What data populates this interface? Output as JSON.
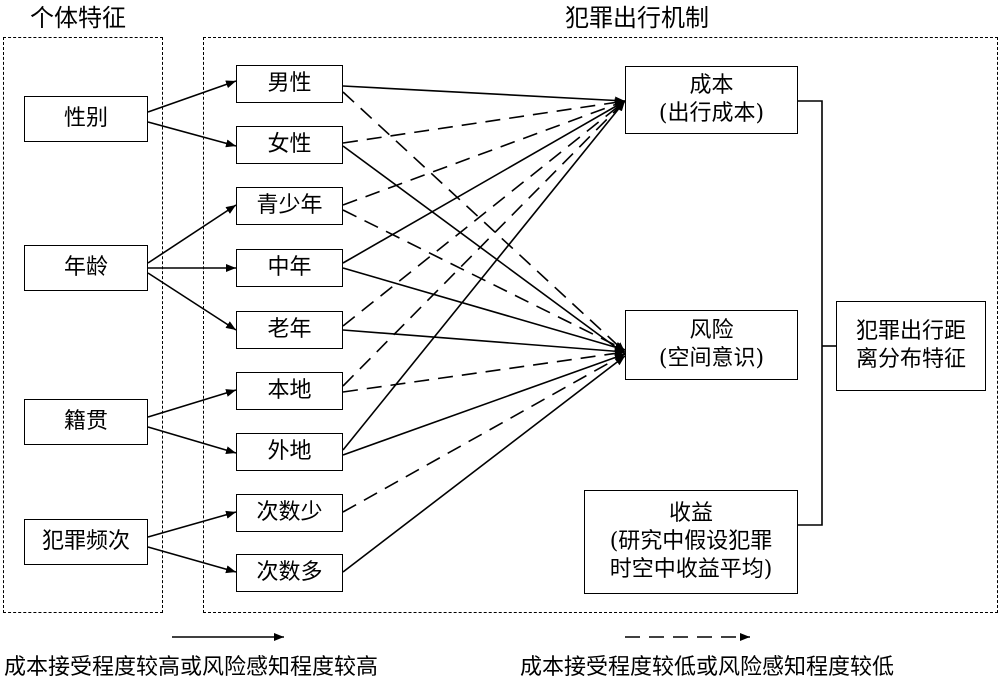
{
  "sections": {
    "left_title": "个体特征",
    "right_title": "犯罪出行机制"
  },
  "characteristics": {
    "gender": "性别",
    "age": "年龄",
    "origin": "籍贯",
    "frequency": "犯罪频次"
  },
  "subgroups": {
    "male": "男性",
    "female": "女性",
    "youth": "青少年",
    "middle_age": "中年",
    "elderly": "老年",
    "local": "本地",
    "nonlocal": "外地",
    "few_times": "次数少",
    "many_times": "次数多"
  },
  "mechanisms": {
    "cost_line1": "成本",
    "cost_line2": "(出行成本)",
    "risk_line1": "风险",
    "risk_line2": "(空间意识)",
    "benefit_line1": "收益",
    "benefit_line2": "(研究中假设犯罪",
    "benefit_line3": "时空中收益平均)"
  },
  "outcome": {
    "line1": "犯罪出行距",
    "line2": "离分布特征"
  },
  "legend": {
    "solid": "成本接受程度较高或风险感知程度较高",
    "dashed": "成本接受程度较低或风险感知程度较低"
  }
}
